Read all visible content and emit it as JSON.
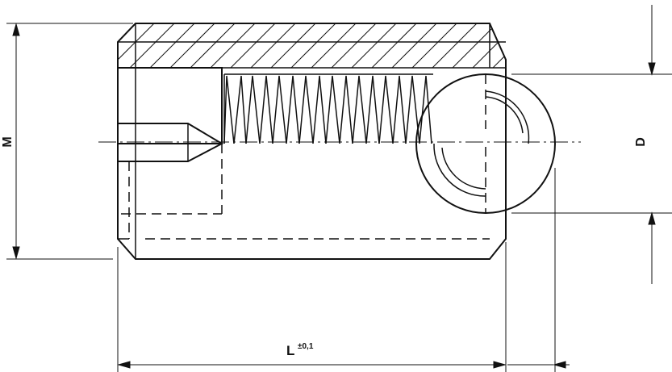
{
  "drawing": {
    "dimensions": {
      "m": "M",
      "d": "D",
      "l": "L",
      "l_tolerance": "±0,1"
    },
    "colors": {
      "line": "#111111",
      "background": "#ffffff"
    }
  }
}
